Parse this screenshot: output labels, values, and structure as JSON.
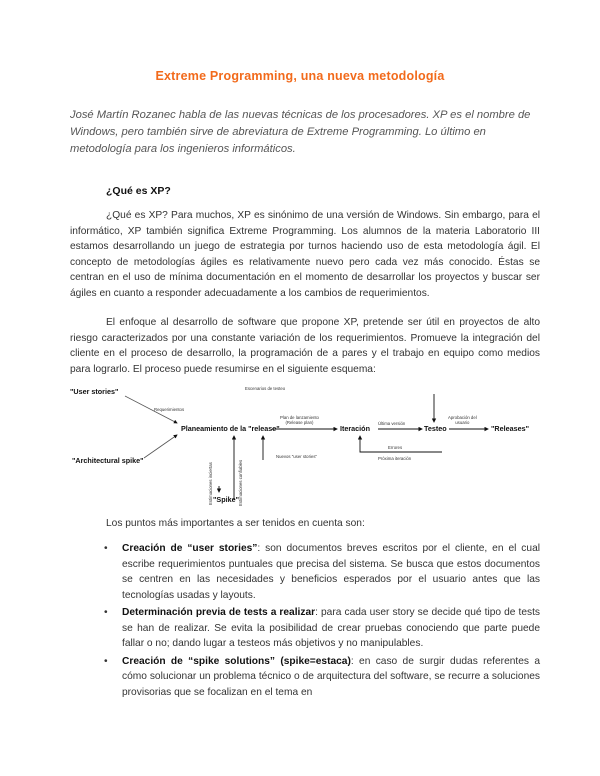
{
  "document": {
    "title": "Extreme Programming, una nueva metodología",
    "intro": "José Martín Rozanec habla de las nuevas técnicas de los procesadores. XP es el nombre de Windows, pero también sirve de abreviatura de Extreme Programming. Lo último en metodología para los ingenieros informáticos.",
    "section_heading": "¿Qué es XP?",
    "paragraphs": [
      "¿Qué es XP? Para muchos, XP es sinónimo de una versión de Windows. Sin embargo, para el informático, XP también significa Extreme Programming. Los alumnos de la materia Laboratorio III estamos desarrollando un juego de estrategia por turnos haciendo uso de esta metodología ágil. El concepto de metodologías ágiles es relativamente nuevo pero cada vez más conocido. Éstas se centran en el uso de mínima documentación en el momento de desarrollar los proyectos y buscar ser ágiles en cuanto a responder adecuadamente a los cambios de requerimientos.",
      "El enfoque al desarrollo de software que propone XP, pretende ser útil en proyectos de alto riesgo caracterizados por una constante variación de los requerimientos. Promueve la integración del cliente en el proceso de desarrollo, la programación de a pares y el trabajo en equipo como medios para lograrlo. El proceso puede resumirse en el siguiente esquema:"
    ],
    "diagram": {
      "nodes": {
        "user_stories": "\"User stories\"",
        "architectural_spike": "\"Architectural spike\"",
        "release_planning": "Planeamiento de la \"release\"",
        "iteration": "Iteración",
        "testing": "Testeo",
        "releases": "\"Releases\"",
        "spike": "\"Spike\""
      },
      "edge_labels": {
        "requirements": "Requerimientos",
        "test_scenarios": "Escenarios de testeo",
        "release_plan_line1": "Plan de lanzamiento",
        "release_plan_line2": "(Release plan)",
        "new_user_stories": "Nuevos \"user stories\"",
        "latest_version": "Última versión",
        "errors": "Errores",
        "next_iteration": "Próxima iteración",
        "client_approval_line1": "Aprobación del",
        "client_approval_line2": "usuario",
        "uncertain_estimates": "Estimaciones inciertas",
        "confident_estimates": "Estimaciones confiables"
      }
    },
    "list_lead": "Los puntos más importantes a ser tenidos en cuenta son:",
    "bullet_glyph": "•",
    "list_items": [
      {
        "bold": "Creación de “user stories”",
        "text": ": son documentos breves escritos por el cliente, en el cual escribe requerimientos puntuales que precisa del sistema. Se busca que estos documentos se centren en las necesidades y beneficios esperados por el usuario antes que las tecnologías usadas y layouts."
      },
      {
        "bold": "Determinación previa de tests a realizar",
        "text": ": para cada user story se decide qué tipo de tests se han de realizar. Se evita la posibilidad de crear pruebas conociendo que parte puede fallar o no; dando lugar a testeos más objetivos y no manipulables."
      },
      {
        "bold": "Creación de “spike solutions” (spike=estaca)",
        "text": ": en caso de surgir dudas referentes a cómo solucionar un problema técnico o de arquitectura del software, se recurre a soluciones provisorias que se focalizan en el tema en"
      }
    ],
    "colors": {
      "title": "#f26a1b",
      "intro": "#555555",
      "body": "#333333"
    }
  }
}
